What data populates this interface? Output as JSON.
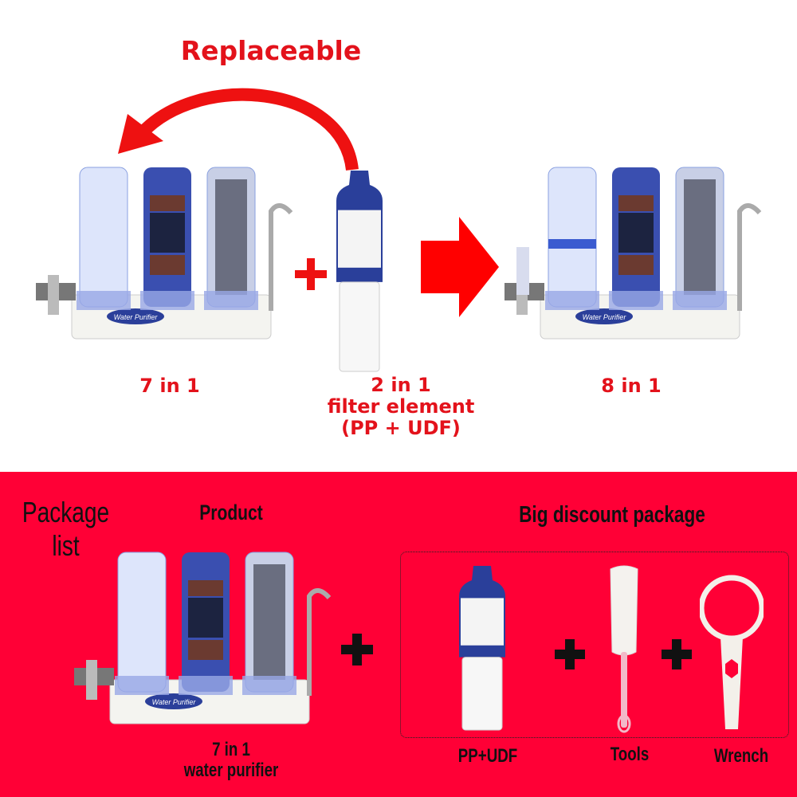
{
  "top": {
    "title": "Replaceable",
    "left_label": "7 in 1",
    "middle_label": [
      "2 in 1",
      "filter element",
      "(PP + UDF)"
    ],
    "right_label": "8 in 1"
  },
  "bottom": {
    "package_list": [
      "Package",
      "list"
    ],
    "product_heading": "Product",
    "discount_heading": "Big discount package",
    "product_label": [
      "7 in 1",
      "water purifier"
    ],
    "items": [
      "PP+UDF",
      "Tools",
      "Wrench"
    ],
    "purifier_logo": "Water Purifier"
  },
  "colors": {
    "accent_red": "#e3121b",
    "band_red": "#ff0036",
    "filter_blue": "#2a3f9a"
  }
}
